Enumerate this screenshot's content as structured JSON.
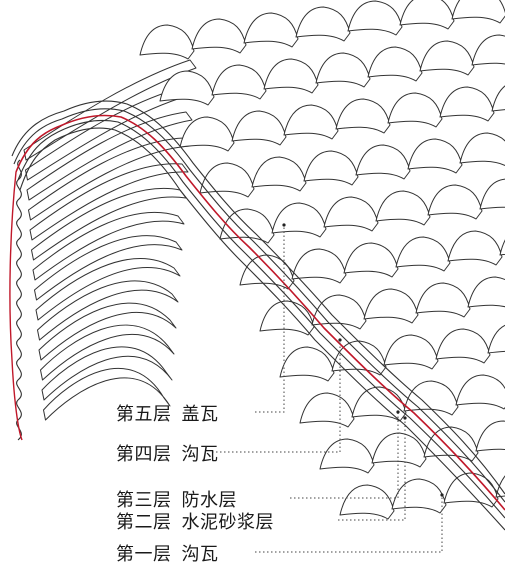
{
  "layers": [
    {
      "id": "layer-5",
      "order": "第五层",
      "name": "盖瓦"
    },
    {
      "id": "layer-4",
      "order": "第四层",
      "name": "沟瓦"
    },
    {
      "id": "layer-3",
      "order": "第三层",
      "name": "防水层"
    },
    {
      "id": "layer-2",
      "order": "第二层",
      "name": "水泥砂浆层"
    },
    {
      "id": "layer-1",
      "order": "第一层",
      "name": "沟瓦"
    }
  ],
  "colors": {
    "waterproof_line": "#c0182a",
    "outline": "#333333",
    "leader": "#444444"
  }
}
